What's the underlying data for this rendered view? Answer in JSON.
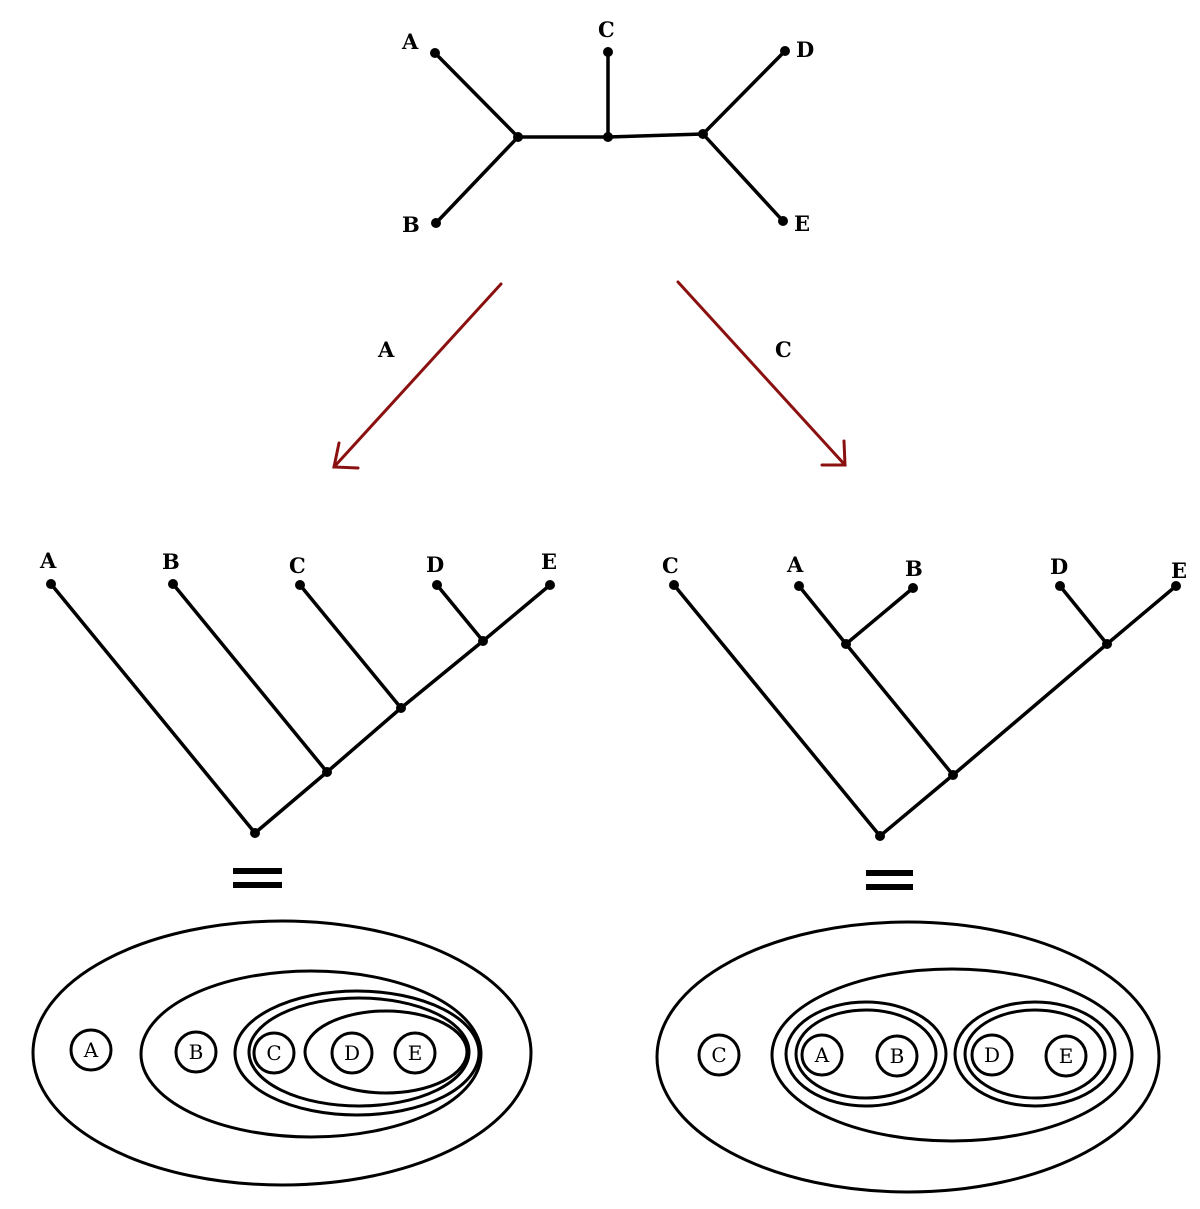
{
  "colors": {
    "ink": "#000000",
    "arrow": "#8b1010",
    "background": "#ffffff"
  },
  "unrooted_tree": {
    "leaves": [
      "A",
      "B",
      "C",
      "D",
      "E"
    ]
  },
  "arrows": {
    "left_label": "A",
    "right_label": "C"
  },
  "rooted_left": {
    "leaves": [
      "A",
      "B",
      "C",
      "D",
      "E"
    ]
  },
  "rooted_right": {
    "leaves": [
      "C",
      "A",
      "B",
      "D",
      "E"
    ]
  },
  "equals_sign": "=",
  "venn_left": {
    "leaves": [
      "A",
      "B",
      "C",
      "D",
      "E"
    ]
  },
  "venn_right": {
    "leaves": [
      "C",
      "A",
      "B",
      "D",
      "E"
    ]
  }
}
